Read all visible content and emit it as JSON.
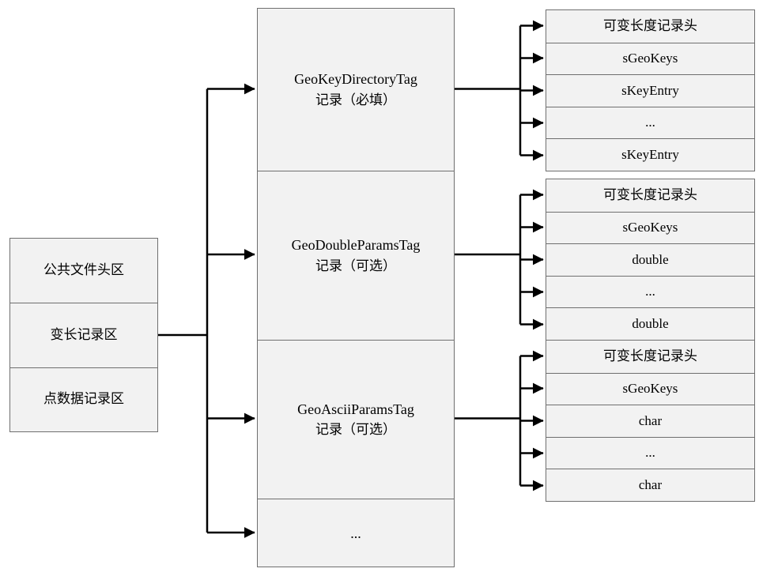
{
  "left_column": {
    "rows": [
      {
        "label": "公共文件头区"
      },
      {
        "label": "变长记录区"
      },
      {
        "label": "点数据记录区"
      }
    ]
  },
  "middle_column": {
    "rows": [
      {
        "title": "GeoKeyDirectoryTag",
        "subtitle": "记录（必填）"
      },
      {
        "title": "GeoDoubleParamsTag",
        "subtitle": "记录（可选）"
      },
      {
        "title": "GeoAsciiParamsTag",
        "subtitle": "记录（可选）"
      },
      {
        "title": "...",
        "subtitle": ""
      }
    ]
  },
  "right_groups": [
    {
      "rows": [
        "可变长度记录头",
        "sGeoKeys",
        "sKeyEntry",
        "...",
        "sKeyEntry"
      ]
    },
    {
      "rows": [
        "可变长度记录头",
        "sGeoKeys",
        "double",
        "...",
        "double"
      ]
    },
    {
      "rows": [
        "可变长度记录头",
        "sGeoKeys",
        "char",
        "...",
        "char"
      ]
    }
  ],
  "colors": {
    "background": "#ffffff",
    "box_fill": "#f2f2f2",
    "box_border": "#6f6f6f",
    "arrow": "#000000",
    "text": "#000000"
  }
}
